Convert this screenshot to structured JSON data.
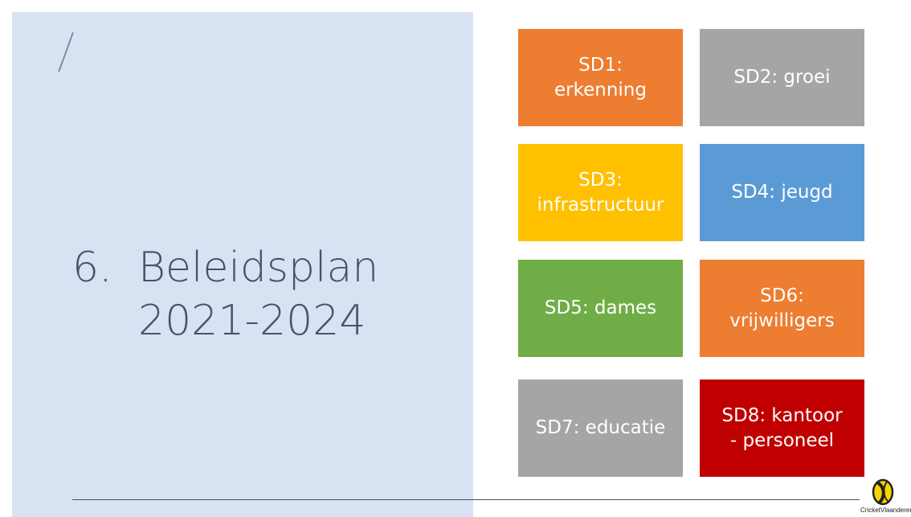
{
  "slide": {
    "title_number": "6.",
    "title_line1": "Beleidsplan",
    "title_line2": "2021-2024"
  },
  "tiles": [
    {
      "label": "SD1:\nerkenning",
      "color": "#ed7d31"
    },
    {
      "label": "SD2: groei",
      "color": "#a5a5a5"
    },
    {
      "label": "SD3:\ninfrastructuur",
      "color": "#ffc000"
    },
    {
      "label": "SD4: jeugd",
      "color": "#5b9bd5"
    },
    {
      "label": "SD5: dames",
      "color": "#70ad47"
    },
    {
      "label": "SD6:\nvrijwilligers",
      "color": "#ed7d31"
    },
    {
      "label": "SD7: educatie",
      "color": "#a5a5a5"
    },
    {
      "label": "SD8: kantoor\n- personeel",
      "color": "#c00000"
    }
  ],
  "logo": {
    "text": "CricketVlaanderen",
    "icon": "cricket-ball-logo-icon"
  },
  "colors": {
    "panel": "#d9e2f2",
    "title": "#44546a"
  }
}
